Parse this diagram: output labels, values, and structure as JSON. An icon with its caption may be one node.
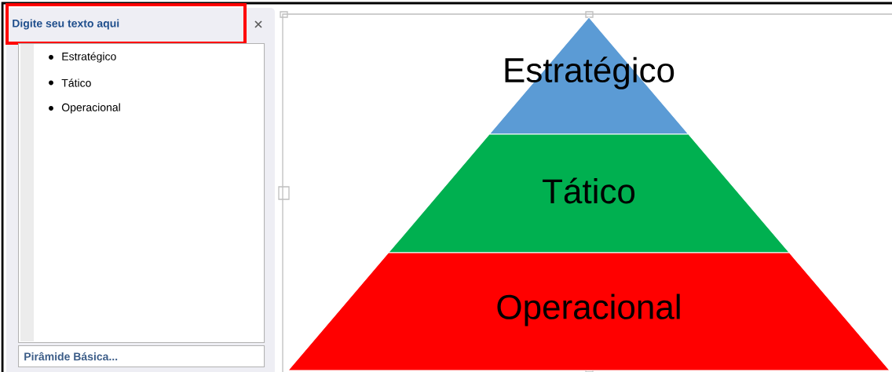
{
  "diagram": {
    "nodes": [
      {
        "text": [
          "Digite seu texto aqui"
        ]
      },
      {
        "text": [
          "Estratégico",
          "Tático",
          "Operacional"
        ],
        "in": 0
      },
      {
        "text": [
          "Pirâmide Básica..."
        ],
        "in": 0
      },
      {
        "text": [
          "Estratégico"
        ]
      },
      {
        "text": [
          "Tático"
        ]
      },
      {
        "text": [
          "Operacional"
        ]
      }
    ]
  }
}
